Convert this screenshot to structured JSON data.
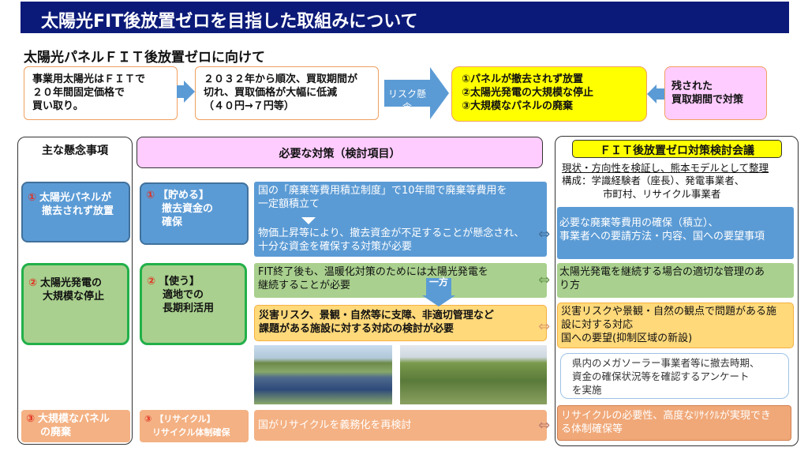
{
  "title": "太陽光FIT後放置ゼロを目指した取組みについて",
  "subtitle": "太陽光パネルＦＩＴ後放置ゼロに向けて",
  "flow": {
    "box1": [
      "事業用太陽光はＦＩＴで",
      "２０年間固定価格で",
      "買い取り。"
    ],
    "box2": [
      "２０３２年から順次、買取期間が",
      "切れ、買取価格が大幅に低減",
      "（４０円→７円等）"
    ],
    "risk_arrow": "リスク懸念",
    "risks": [
      "①パネルが撤去されず放置",
      "②太陽光発電の大規模な停止",
      "③大規模なパネルの廃棄"
    ],
    "remaining": [
      "残された",
      "買取期間で対策"
    ]
  },
  "concerns": {
    "header": "主な懸念事項",
    "items": [
      {
        "num": "①",
        "text": [
          "太陽光パネルが",
          "撤去されず放置"
        ]
      },
      {
        "num": "②",
        "text": [
          "太陽光発電の",
          "大規模な停止"
        ]
      },
      {
        "num": "③",
        "text": [
          "大規模なパネル",
          "の廃棄"
        ]
      }
    ]
  },
  "measures": {
    "header": "必要な対策（検討項目）",
    "items": [
      {
        "num": "①",
        "text": [
          "【貯める】",
          "撤去資金の",
          "確保"
        ]
      },
      {
        "num": "②",
        "text": [
          "【使う】",
          "適地での",
          "長期利活用"
        ]
      },
      {
        "num": "③",
        "text": [
          "【リサイクル】",
          "リサイクル体制確保"
        ]
      }
    ],
    "details": {
      "blue1": [
        "国の「廃棄等費用積立制度」で10年間で廃棄等費用を",
        "一定額積立て"
      ],
      "blue2": [
        "物価上昇等により、撤去資金が不足することが懸念され、",
        "十分な資金を確保する対策が必要"
      ],
      "green": [
        "FIT終了後も、温暖化対策のためには太陽光発電を",
        "継続することが必要"
      ],
      "on_the_other_hand": "一方",
      "orange": [
        "災害リスク、景観・自然等に支障、非適切管理など",
        "課題がある施設に対する対応の検討が必要"
      ],
      "recycle": "国がリサイクルを義務化を再検討"
    }
  },
  "council": {
    "title": "ＦＩＴ後放置ゼロ対策検討会議",
    "purpose": "現状・方向性を検証し、熊本モデルとして整理",
    "members": [
      "構成：学識経験者（座長）、発電事業者、",
      "市町村、リサイクル事業者"
    ],
    "blue": [
      "必要な廃棄等費用の確保（積立）、",
      "事業者への要請方法・内容、国への要望事項"
    ],
    "green": [
      "太陽光発電を継続する場合の適切な管理のあ",
      "り方"
    ],
    "orange": [
      "災害リスクや景観・自然の観点で問題がある施",
      "設に対する対応",
      "国への要望(抑制区域の新設)"
    ],
    "survey": [
      "県内のメガソーラー事業者等に撤去時期、",
      "資金の確保状況等を確認するアンケート",
      "を実施"
    ],
    "salmon": [
      "リサイクルの必要性、高度なﾘｻｲｸﾙが実現でき",
      "る体制確保等"
    ]
  }
}
